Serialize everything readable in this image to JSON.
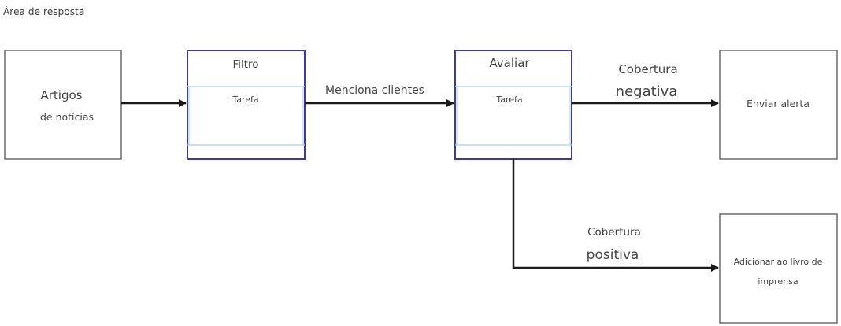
{
  "area": {
    "label": "Área de resposta"
  },
  "nodes": {
    "news": {
      "line1": "Artigos",
      "line2": "de notícias"
    },
    "filter": {
      "title": "Filtro",
      "subtitle": "Tarefa"
    },
    "evaluate": {
      "title": "Avaliar",
      "subtitle": "Tarefa"
    },
    "alert": {
      "label": "Enviar alerta"
    },
    "press": {
      "line1": "Adicionar ao livro de",
      "line2": "imprensa"
    }
  },
  "edges": {
    "mentions": {
      "label": "Menciona clientes"
    },
    "negative": {
      "line1": "Cobertura",
      "line2": "negativa"
    },
    "positive": {
      "line1": "Cobertura",
      "line2": "positiva"
    }
  },
  "colors": {
    "box_border": "#6b6b6b",
    "task_border": "#3d3d8f",
    "task_inner": "#a9cfe0",
    "arrow": "#1a1a1a",
    "text": "#444444"
  }
}
